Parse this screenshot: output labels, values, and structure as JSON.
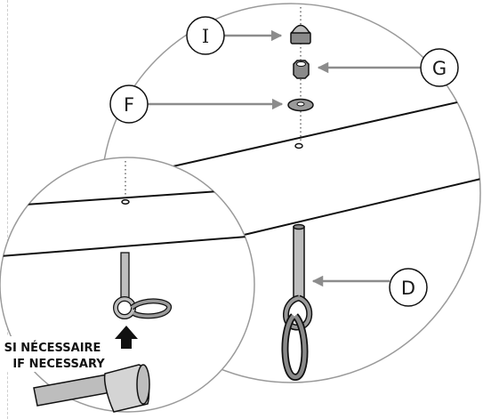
{
  "callouts": {
    "i": "I",
    "g": "G",
    "f": "F",
    "d": "D"
  },
  "note": {
    "line_fr": "SI NÉCESSAIRE",
    "line_en": "IF NECESSARY"
  },
  "colors": {
    "outline": "#111111",
    "circle_stroke": "#9a9a9a",
    "arrow_gray": "#8c8c8c",
    "part_gray": "#8a8a8a",
    "part_light": "#bdbdbd"
  },
  "icons": {
    "hammer": "hammer-icon",
    "up_arrow": "up-arrow-icon"
  }
}
